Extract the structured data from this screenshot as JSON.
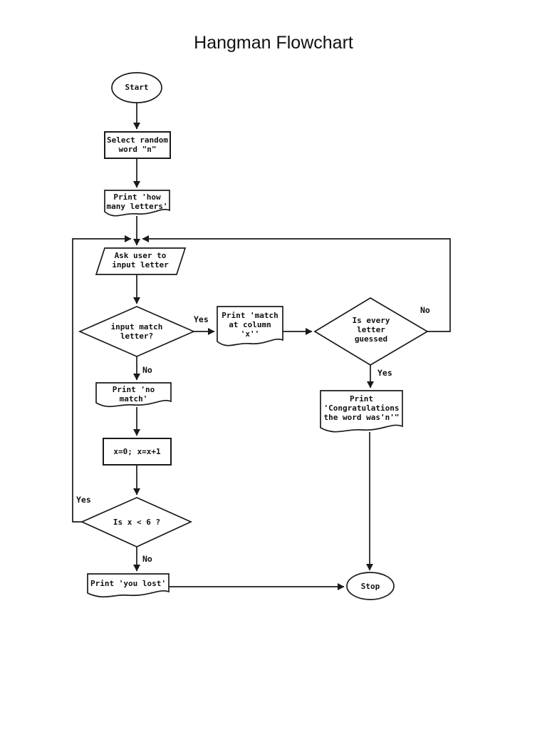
{
  "flowchart": {
    "title": "Hangman Flowchart",
    "colors": {
      "stroke": "#1a1a1a",
      "background": "#ffffff",
      "text": "#111111"
    },
    "nodes": {
      "start": {
        "type": "terminator",
        "label": "Start"
      },
      "select_word": {
        "type": "process",
        "label": "Select random\nword \"n\""
      },
      "print_how_many": {
        "type": "document",
        "label": "Print 'how\nmany letters'"
      },
      "ask_input": {
        "type": "input-output",
        "label": "Ask user to\ninput letter"
      },
      "match_decision": {
        "type": "decision",
        "label": "input match\nletter?"
      },
      "print_match": {
        "type": "document",
        "label": "Print 'match\nat column\n'x''"
      },
      "guessed_decision": {
        "type": "decision",
        "label": "Is every\nletter\nguessed"
      },
      "print_congrats": {
        "type": "document",
        "label": "Print\n'Congratulations\nthe word was'n'\""
      },
      "print_no_match": {
        "type": "document",
        "label": "Print 'no\nmatch'"
      },
      "increment": {
        "type": "process",
        "label": "x=0; x=x+1"
      },
      "x_decision": {
        "type": "decision",
        "label": "Is x < 6 ?"
      },
      "print_lost": {
        "type": "document",
        "label": "Print 'you lost'"
      },
      "stop": {
        "type": "terminator",
        "label": "Stop"
      }
    },
    "edge_labels": {
      "match_yes": "Yes",
      "match_no": "No",
      "guessed_no": "No",
      "guessed_yes": "Yes",
      "x_yes": "Yes",
      "x_no": "No"
    }
  }
}
